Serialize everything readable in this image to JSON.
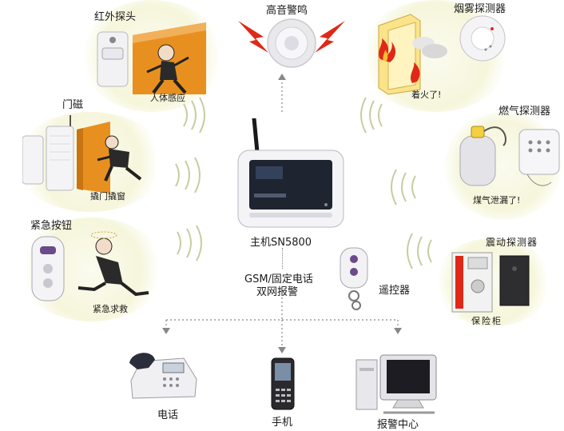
{
  "center": {
    "name": "主机SN5800",
    "comm_line1": "GSM/固定电话",
    "comm_line2": "双网报警"
  },
  "top": {
    "siren": "高音警鸣"
  },
  "left": {
    "ir": {
      "title": "红外探头",
      "caption": "人体感应"
    },
    "door": {
      "title": "门磁",
      "caption": "撬门撬窗"
    },
    "panic": {
      "title": "紧急按钮",
      "caption": "紧急求救"
    }
  },
  "right": {
    "smoke": {
      "title": "烟雾探测器",
      "caption": "着火了!"
    },
    "gas": {
      "title": "燃气探测器",
      "caption": "煤气泄漏了!"
    },
    "vibration": {
      "title": "震动探测器",
      "caption": "保险柜"
    }
  },
  "remote": {
    "label": "遥控器"
  },
  "outputs": {
    "phone": "电话",
    "mobile": "手机",
    "center": "报警中心"
  },
  "colors": {
    "halo": "#f6f6dc",
    "door_orange": "#e8901f",
    "flame_red": "#e02818",
    "signal": "#c8cca0",
    "arrow": "#888888"
  }
}
